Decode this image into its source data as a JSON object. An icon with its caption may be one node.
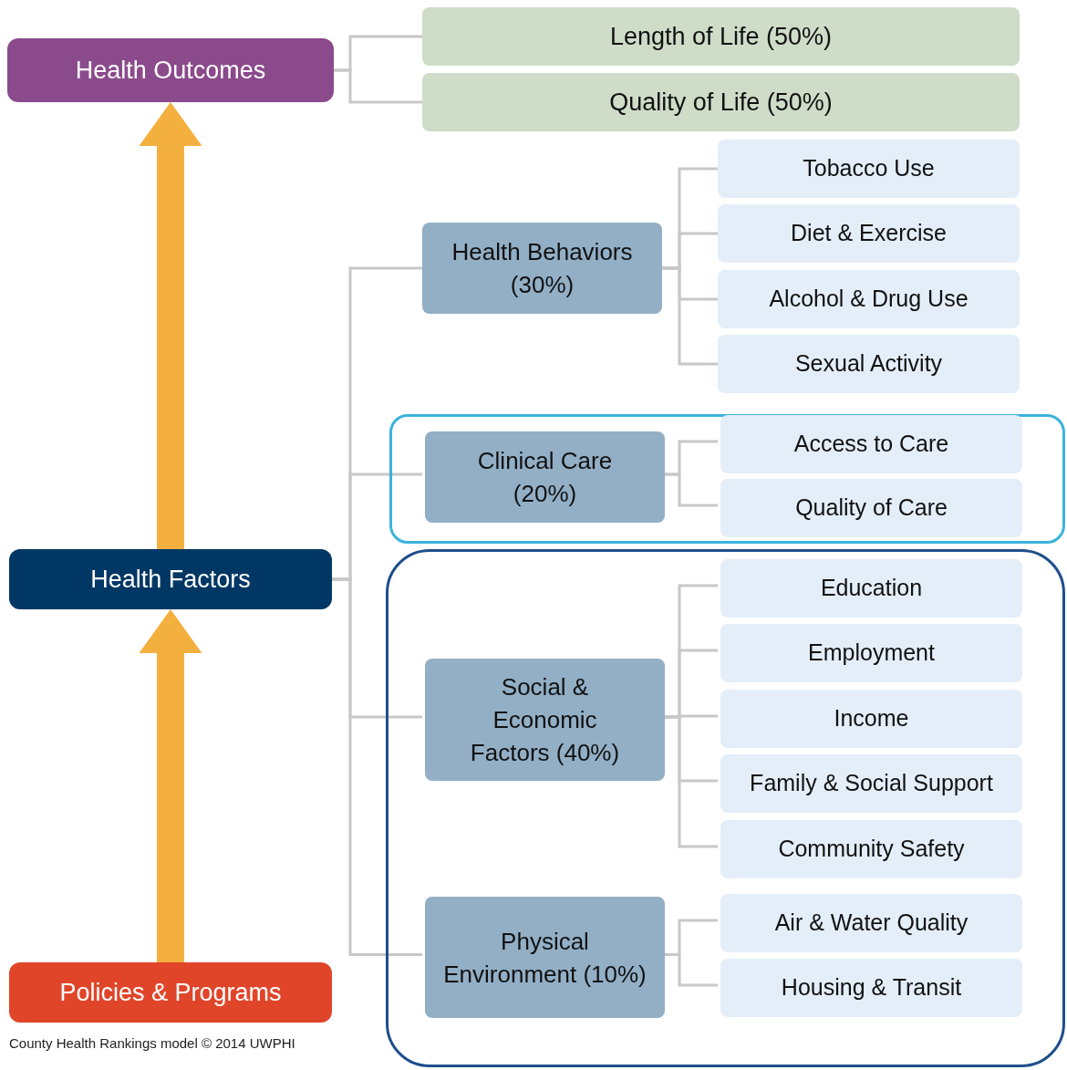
{
  "diagram": {
    "caption": "County Health Rankings model © 2014 UWPHI",
    "nodes": [
      {
        "text": [
          "Health Outcomes"
        ]
      },
      {
        "text": [
          "Length of Life (50%)"
        ]
      },
      {
        "text": [
          "Quality of Life (50%)"
        ]
      },
      {
        "text": [
          "Health Factors"
        ]
      },
      {
        "text": [
          "Health Behaviors (30%)"
        ]
      },
      {
        "text": [
          "Tobacco Use"
        ]
      },
      {
        "text": [
          "Diet & Exercise"
        ]
      },
      {
        "text": [
          "Alcohol & Drug Use"
        ]
      },
      {
        "text": [
          "Sexual Activity"
        ]
      },
      {
        "text": [],
        "shape": "box"
      },
      {
        "text": [
          "Clinical Care (20%)"
        ],
        "in": 9
      },
      {
        "text": [
          "Access to Care"
        ],
        "in": 9
      },
      {
        "text": [
          "Quality of Care"
        ],
        "in": 9
      },
      {
        "text": [],
        "shape": "box"
      },
      {
        "text": [
          "Social & Economic Factors (40%)"
        ],
        "in": 13
      },
      {
        "text": [
          "Education"
        ],
        "in": 13
      },
      {
        "text": [
          "Employment"
        ],
        "in": 13
      },
      {
        "text": [
          "Income"
        ],
        "in": 13
      },
      {
        "text": [
          "Family & Social Support"
        ],
        "in": 13
      },
      {
        "text": [
          "Community Safety"
        ],
        "in": 13
      },
      {
        "text": [
          "Physical Environment (10%)"
        ],
        "in": 13
      },
      {
        "text": [
          "Air & Water Quality"
        ],
        "in": 13
      },
      {
        "text": [
          "Housing & Transit"
        ],
        "in": 13
      },
      {
        "text": [
          "Policies & Programs"
        ]
      }
    ],
    "edges": [
      {
        "from": 23,
        "to": 3,
        "arrow": "to",
        "style": "thick",
        "color": "#f4b03f"
      },
      {
        "from": 3,
        "to": 0,
        "arrow": "to",
        "style": "thick",
        "color": "#f4b03f"
      },
      {
        "from": 0,
        "to": 1,
        "arrow": "none"
      },
      {
        "from": 0,
        "to": 2,
        "arrow": "none"
      },
      {
        "from": 3,
        "to": 4,
        "arrow": "none"
      },
      {
        "from": 3,
        "to": 10,
        "arrow": "none"
      },
      {
        "from": 3,
        "to": 14,
        "arrow": "none"
      },
      {
        "from": 3,
        "to": 20,
        "arrow": "none"
      },
      {
        "from": 4,
        "to": 5,
        "arrow": "none"
      },
      {
        "from": 4,
        "to": 6,
        "arrow": "none"
      },
      {
        "from": 4,
        "to": 7,
        "arrow": "none"
      },
      {
        "from": 4,
        "to": 8,
        "arrow": "none"
      },
      {
        "from": 10,
        "to": 11,
        "arrow": "none"
      },
      {
        "from": 10,
        "to": 12,
        "arrow": "none"
      },
      {
        "from": 14,
        "to": 15,
        "arrow": "none"
      },
      {
        "from": 14,
        "to": 16,
        "arrow": "none"
      },
      {
        "from": 14,
        "to": 17,
        "arrow": "none"
      },
      {
        "from": 14,
        "to": 18,
        "arrow": "none"
      },
      {
        "from": 14,
        "to": 19,
        "arrow": "none"
      },
      {
        "from": 20,
        "to": 21,
        "arrow": "none"
      },
      {
        "from": 20,
        "to": 22,
        "arrow": "none"
      }
    ]
  }
}
